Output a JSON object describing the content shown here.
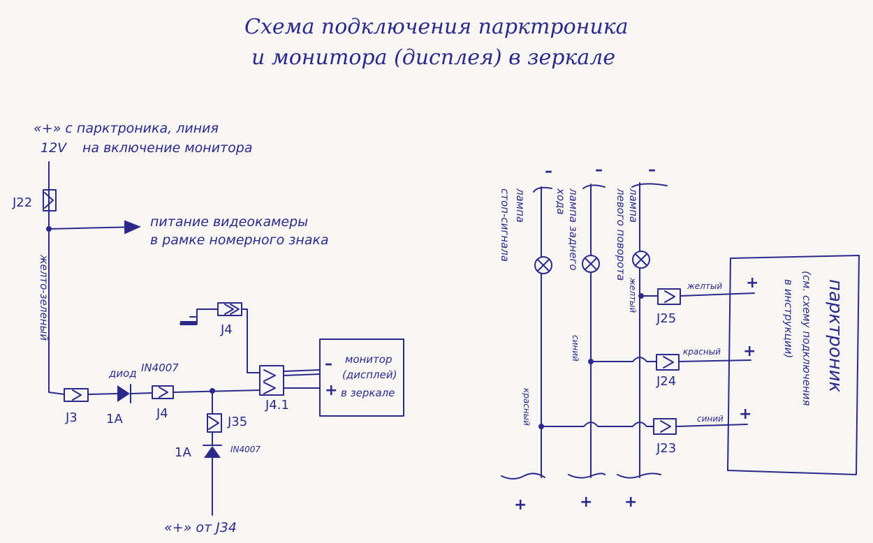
{
  "title": {
    "line1": "Схема подключения парктроника",
    "line2": "и монитора (дисплея) в зеркале"
  },
  "left": {
    "plus_from_parktronic": "«+» с парктроника, линия",
    "voltage": "12V",
    "monitor_enable_line": "на включение монитора",
    "camera_power_1": "питание видеокамеры",
    "camera_power_2": "в рамке номерного знака",
    "wire_yellow_green": "желто-зеленый",
    "diode_label": "диод",
    "diode_part_1": "IN4007",
    "current_1": "1A",
    "current_2": "1A",
    "diode_part_2": "IN4007",
    "plus_from_j34": "«+» от J34",
    "monitor_minus": "–",
    "monitor_plus": "+",
    "monitor_1": "монитор",
    "monitor_2": "(дисплей)",
    "monitor_3": "в зеркале",
    "connectors": {
      "j22": "J22",
      "j3": "J3",
      "j4_mid": "J4",
      "j4_top": "J4",
      "j41": "J4.1",
      "j35": "J35"
    }
  },
  "right": {
    "minus": [
      "–",
      "–",
      "–"
    ],
    "plus": [
      "+",
      "+",
      "+"
    ],
    "lamp_brake_1": "лампа",
    "lamp_brake_2": "стоп-сигнала",
    "lamp_reverse_1": "лампа заднего",
    "lamp_reverse_2": "хода",
    "lamp_left_1": "лампа",
    "lamp_left_2": "левого поворота",
    "wire_yellow_v": "желтый",
    "wire_blue_v": "синий",
    "wire_red_v": "красный",
    "wire_yellow_h": "желтый",
    "wire_red_h": "красный",
    "wire_blue_h": "синий",
    "connectors": {
      "j25": "J25",
      "j24": "J24",
      "j23": "J23"
    },
    "parktronic_plus": [
      "+",
      "+",
      "+"
    ],
    "parktronic_1": "парктроник",
    "parktronic_2": "(см. схему подключения",
    "parktronic_3": "в инструкции)"
  }
}
